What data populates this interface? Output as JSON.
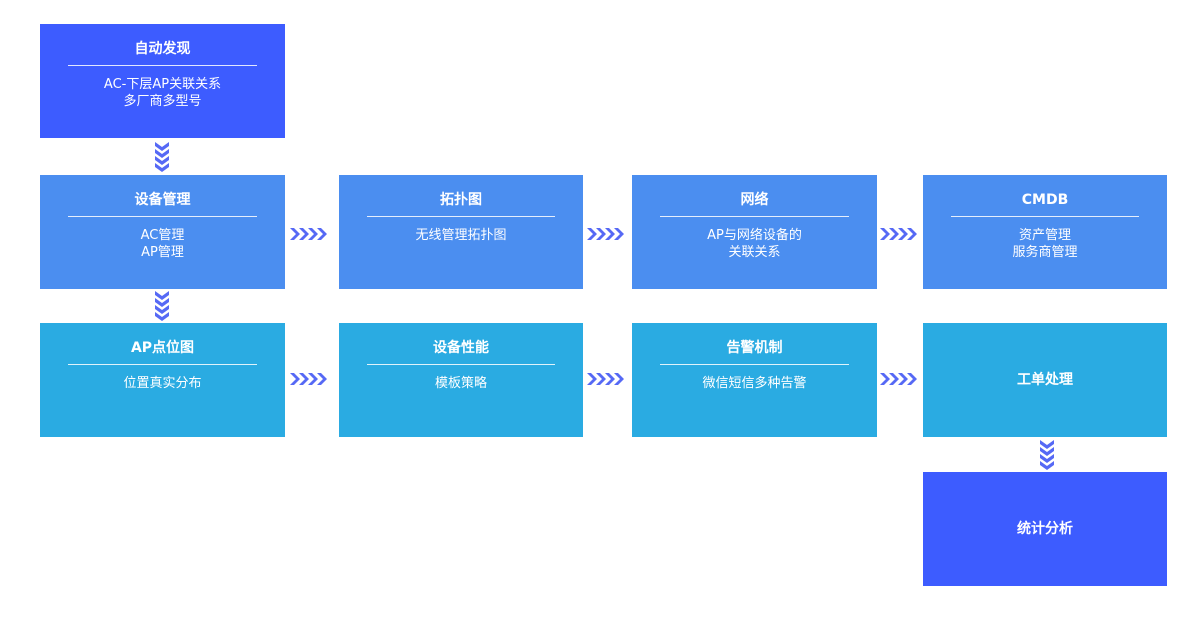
{
  "colors": {
    "dark_blue": "#3d5cff",
    "mid_blue": "#4b8ef0",
    "light_blue": "#2aabe2",
    "arrow": "#5669f5"
  },
  "nodes": {
    "auto_discovery": {
      "title": "自动发现",
      "lines": [
        "AC-下层AP关联关系",
        "多厂商多型号"
      ]
    },
    "device_mgmt": {
      "title": "设备管理",
      "lines": [
        "AC管理",
        "AP管理"
      ]
    },
    "topology": {
      "title": "拓扑图",
      "lines": [
        "无线管理拓扑图"
      ]
    },
    "network": {
      "title": "网络",
      "lines": [
        "AP与网络设备的",
        "关联关系"
      ]
    },
    "cmdb": {
      "title": "CMDB",
      "lines": [
        "资产管理",
        "服务商管理"
      ]
    },
    "ap_location": {
      "title": "AP点位图",
      "lines": [
        "位置真实分布"
      ]
    },
    "device_perf": {
      "title": "设备性能",
      "lines": [
        "模板策略"
      ]
    },
    "alarm": {
      "title": "告警机制",
      "lines": [
        "微信短信多种告警"
      ]
    },
    "work_order": {
      "title": "工单处理"
    },
    "statistics": {
      "title": "统计分析"
    }
  }
}
